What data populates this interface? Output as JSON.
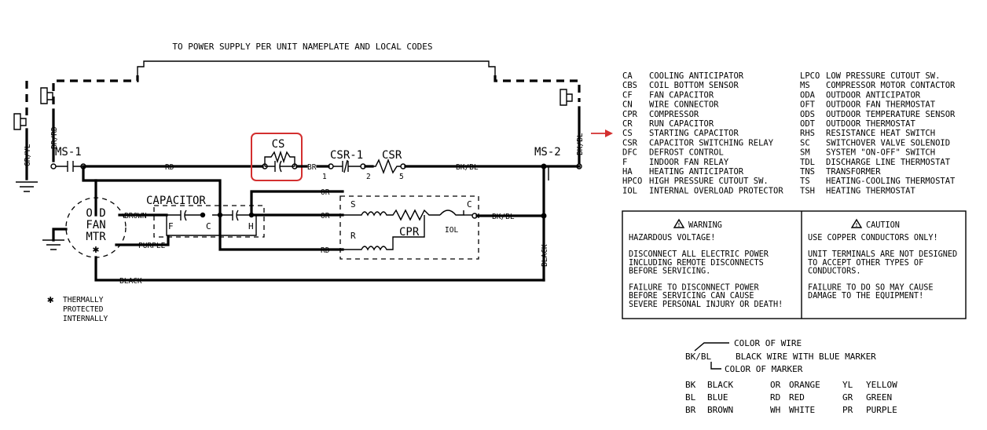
{
  "diagram": {
    "title": "TO POWER SUPPLY PER UNIT NAMEPLATE AND LOCAL CODES",
    "wires": {
      "br_rd": "BR/RD",
      "gr_yl": "GR/YL",
      "bk_bl": "BK/BL",
      "rd": "RD",
      "br": "BR",
      "or": "OR",
      "brown": "BROWN",
      "purple": "PURPLE",
      "black": "BLACK"
    },
    "components": {
      "ms1": "MS-1",
      "ms2": "MS-2",
      "cs": "CS",
      "csr1": "CSR-1",
      "csr": "CSR",
      "capacitor": "CAPACITOR",
      "cap_f": "F",
      "cap_c": "C",
      "cap_h": "H",
      "fan_line1": "O D",
      "fan_line2": "FAN",
      "fan_line3": "MTR",
      "cpr": "CPR",
      "iol": "IOL",
      "pin_s": "S",
      "pin_r": "R",
      "pin_c": "C",
      "term_1": "1",
      "term_2": "2",
      "term_5": "5"
    },
    "footnote": {
      "symbol": "✱",
      "lines": [
        "THERMALLY",
        "PROTECTED",
        "INTERNALLY"
      ]
    }
  },
  "legend": {
    "left": [
      [
        "CA",
        "COOLING ANTICIPATOR"
      ],
      [
        "CBS",
        "COIL BOTTOM SENSOR"
      ],
      [
        "CF",
        "FAN CAPACITOR"
      ],
      [
        "CN",
        "WIRE CONNECTOR"
      ],
      [
        "CPR",
        "COMPRESSOR"
      ],
      [
        "CR",
        "RUN CAPACITOR"
      ],
      [
        "CS",
        "STARTING CAPACITOR"
      ],
      [
        "CSR",
        "CAPACITOR SWITCHING RELAY"
      ],
      [
        "DFC",
        "DEFROST CONTROL"
      ],
      [
        "F",
        "INDOOR FAN RELAY"
      ],
      [
        "HA",
        "HEATING ANTICIPATOR"
      ],
      [
        "HPCO",
        "HIGH PRESSURE CUTOUT SW."
      ],
      [
        "IOL",
        "INTERNAL OVERLOAD PROTECTOR"
      ]
    ],
    "right": [
      [
        "LPCO",
        "LOW PRESSURE CUTOUT SW."
      ],
      [
        "MS",
        "COMPRESSOR MOTOR CONTACTOR"
      ],
      [
        "ODA",
        "OUTDOOR ANTICIPATOR"
      ],
      [
        "OFT",
        "OUTDOOR FAN THERMOSTAT"
      ],
      [
        "ODS",
        "OUTDOOR TEMPERATURE SENSOR"
      ],
      [
        "ODT",
        "OUTDOOR THERMOSTAT"
      ],
      [
        "RHS",
        "RESISTANCE HEAT SWITCH"
      ],
      [
        "SC",
        "SWITCHOVER VALVE SOLENOID"
      ],
      [
        "SM",
        "SYSTEM \"ON-OFF\" SWITCH"
      ],
      [
        "TDL",
        "DISCHARGE LINE THERMOSTAT"
      ],
      [
        "TNS",
        "TRANSFORMER"
      ],
      [
        "TS",
        "HEATING-COOLING THERMOSTAT"
      ],
      [
        "TSH",
        "HEATING THERMOSTAT"
      ]
    ],
    "arrow_color": "#d32f2f"
  },
  "warning_box": {
    "warning": {
      "title": "WARNING",
      "lines": [
        "HAZARDOUS VOLTAGE!",
        "",
        "DISCONNECT ALL ELECTRIC POWER",
        "INCLUDING REMOTE DISCONNECTS",
        "BEFORE SERVICING.",
        "",
        "FAILURE TO DISCONNECT POWER",
        "BEFORE SERVICING CAN CAUSE",
        "SEVERE PERSONAL INJURY OR DEATH!"
      ]
    },
    "caution": {
      "title": "CAUTION",
      "lines": [
        "USE COPPER CONDUCTORS ONLY!",
        "",
        "UNIT TERMINALS ARE NOT DESIGNED",
        "TO ACCEPT OTHER TYPES OF",
        "CONDUCTORS.",
        "",
        "FAILURE TO DO SO MAY CAUSE",
        "DAMAGE TO THE EQUIPMENT!"
      ]
    }
  },
  "color_code": {
    "color_of_wire": "COLOR OF WIRE",
    "example": "BK/BL",
    "example_desc": "BLACK WIRE WITH BLUE MARKER",
    "color_of_marker": "COLOR OF MARKER",
    "table": [
      [
        "BK",
        "BLACK",
        "OR",
        "ORANGE",
        "YL",
        "YELLOW"
      ],
      [
        "BL",
        "BLUE",
        "RD",
        "RED",
        "GR",
        "GREEN"
      ],
      [
        "BR",
        "BROWN",
        "WH",
        "WHITE",
        "PR",
        "PURPLE"
      ]
    ]
  },
  "highlight_color": "#d32f2f"
}
